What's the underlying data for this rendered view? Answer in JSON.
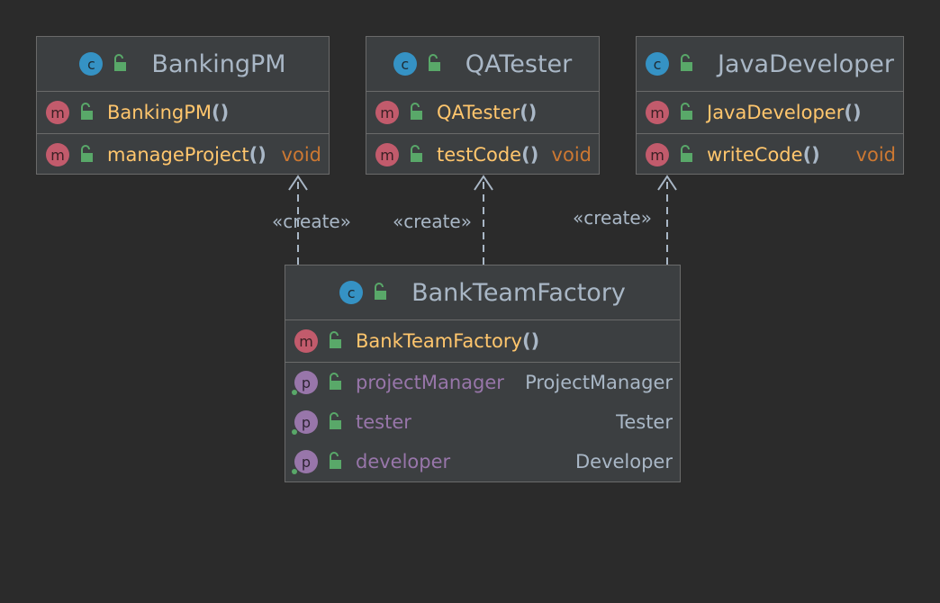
{
  "colors": {
    "background": "#2b2b2b",
    "class_fill": "#3c3f41",
    "border": "#6a6a6a",
    "class_badge": "#3592c4",
    "method_badge": "#c25b6c",
    "property_badge": "#9876aa",
    "public_lock": "#59a869",
    "method_text": "#ffc66d",
    "keyword_text": "#cc7832",
    "property_text": "#9876aa",
    "default_text": "#a9b7c6"
  },
  "icons": {
    "class": "class-c-icon",
    "method": "method-m-icon",
    "property": "property-p-icon",
    "visibility": "public-lock-icon"
  },
  "badges": {
    "class": "c",
    "method": "m",
    "property": "p"
  },
  "classes": {
    "banking_pm": {
      "name": "BankingPM",
      "constructor": "BankingPM",
      "method_name": "manageProject",
      "method_parens": "()",
      "method_return": "void"
    },
    "qa_tester": {
      "name": "QATester",
      "constructor": "QATester",
      "method_name": "testCode",
      "method_parens": "()",
      "method_return": "void"
    },
    "java_developer": {
      "name": "JavaDeveloper",
      "constructor": "JavaDeveloper",
      "method_name": "writeCode",
      "method_parens": "()",
      "method_return": "void"
    },
    "bank_team_factory": {
      "name": "BankTeamFactory",
      "constructor": "BankTeamFactory",
      "properties": [
        {
          "name": "projectManager",
          "type": "ProjectManager"
        },
        {
          "name": "tester",
          "type": "Tester"
        },
        {
          "name": "developer",
          "type": "Developer"
        }
      ]
    }
  },
  "ctor_parens": "()",
  "relations": [
    {
      "from": "BankTeamFactory",
      "to": "BankingPM",
      "label": "«create»"
    },
    {
      "from": "BankTeamFactory",
      "to": "QATester",
      "label": "«create»"
    },
    {
      "from": "BankTeamFactory",
      "to": "JavaDeveloper",
      "label": "«create»"
    }
  ]
}
